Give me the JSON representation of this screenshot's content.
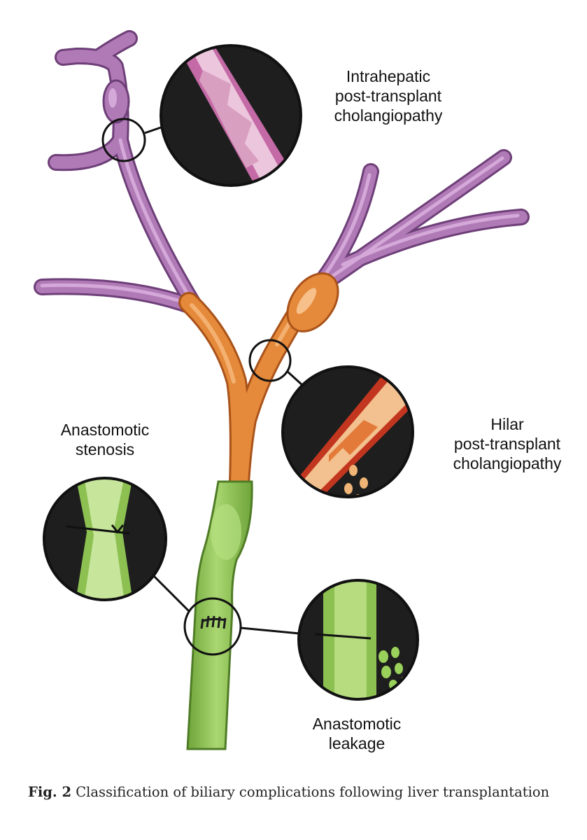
{
  "labels": {
    "intrahepatic": [
      "Intrahepatic",
      "post-transplant",
      "cholangiopathy"
    ],
    "hilar": [
      "Hilar",
      "post-transplant",
      "cholangiopathy"
    ],
    "stenosis": [
      "Anastomotic",
      "stenosis"
    ],
    "leakage": [
      "Anastomotic",
      "leakage"
    ]
  },
  "caption": {
    "fig_number": "Fig. 2",
    "text": "Classification of biliary complications following liver transplantation"
  },
  "colors": {
    "intrahepatic_duct": "#b07ab6",
    "hilar_duct": "#e5893a",
    "common_duct": "#8cc152",
    "inset_background": "#1e1e1e"
  }
}
